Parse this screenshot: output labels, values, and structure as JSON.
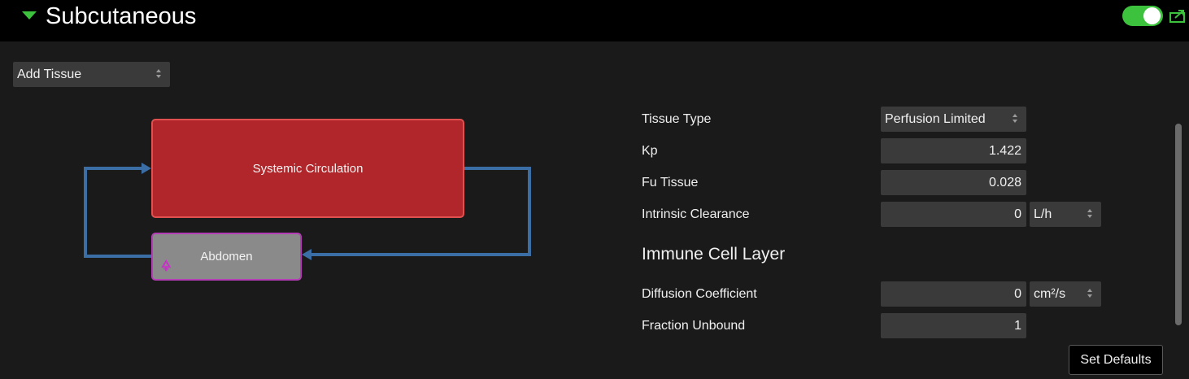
{
  "header": {
    "title": "Subcutaneous",
    "toggle_state": "on",
    "accent_color": "#3cc23c"
  },
  "add_tissue": {
    "label": "Add Tissue"
  },
  "diagram": {
    "nodes": {
      "systemic": {
        "label": "Systemic Circulation",
        "color": "#b0262a"
      },
      "abdomen": {
        "label": "Abdomen",
        "color": "#8a8a8a",
        "icon": "tissue-icon"
      }
    }
  },
  "form": {
    "tissue_type": {
      "label": "Tissue Type",
      "value": "Perfusion Limited"
    },
    "kp": {
      "label": "Kp",
      "value": "1.422"
    },
    "fu_tissue": {
      "label": "Fu Tissue",
      "value": "0.028"
    },
    "intrinsic_clearance": {
      "label": "Intrinsic Clearance",
      "value": "0",
      "unit": "L/h"
    },
    "immune_title": "Immune Cell Layer",
    "diffusion_coefficient": {
      "label": "Diffusion Coefficient",
      "value": "0",
      "unit": "cm²/s"
    },
    "fraction_unbound": {
      "label": "Fraction Unbound",
      "value": "1"
    }
  },
  "buttons": {
    "set_defaults": "Set Defaults"
  }
}
